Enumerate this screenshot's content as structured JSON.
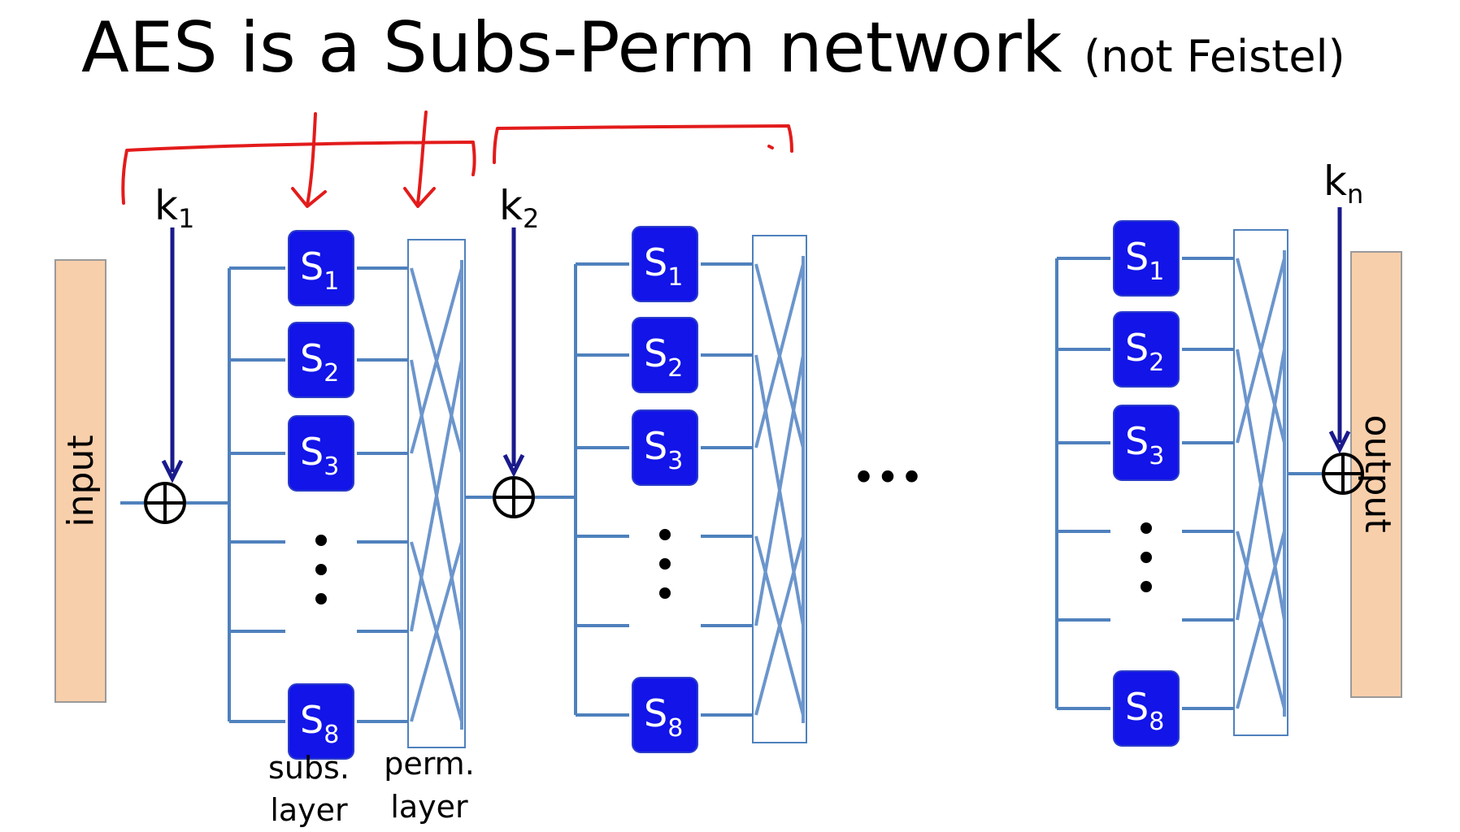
{
  "title": {
    "main": "AES is a Subs-Perm network",
    "sub": "(not Feistel)"
  },
  "input_label": "input",
  "output_label": "output",
  "keys": [
    {
      "letter": "k",
      "sub": "1"
    },
    {
      "letter": "k",
      "sub": "2"
    },
    {
      "letter": "k",
      "sub": "n"
    }
  ],
  "sbox_letter": "S",
  "sbox_subs": [
    "1",
    "2",
    "3",
    "8"
  ],
  "vertical_ellipsis": "⋮",
  "between_rounds_ellipsis": "•••",
  "xor_symbol": "⊕",
  "captions": {
    "subs_line1": "subs.",
    "subs_line2": "layer",
    "perm_line1": "perm.",
    "perm_line2": "layer"
  },
  "colors": {
    "sbox": "#1214e8",
    "wire": "#4f81bd",
    "io_box": "#f8cfab",
    "key_arrow": "#1a1a8c",
    "annotation": "#e31b1b"
  }
}
